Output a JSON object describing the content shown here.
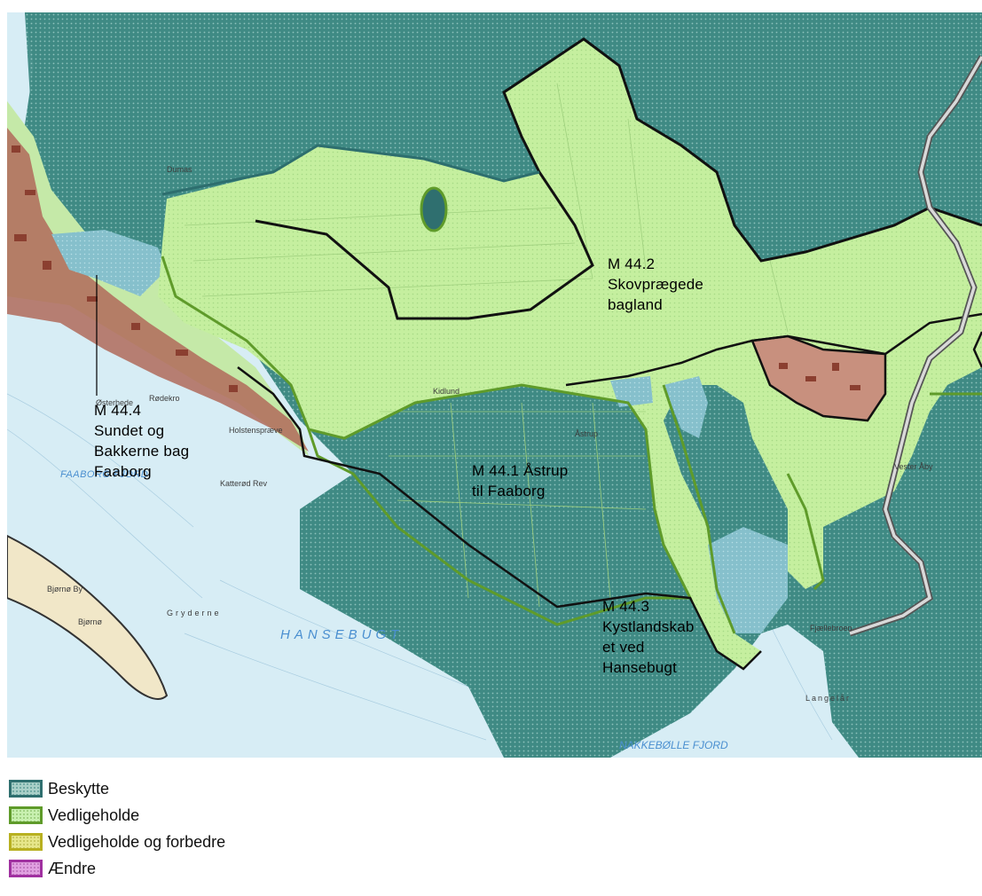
{
  "map": {
    "zones": [
      {
        "id": "M 44.4",
        "lines": [
          "M 44.4",
          "Sundet og",
          "Bakkerne bag",
          "Faaborg"
        ]
      },
      {
        "id": "M 44.2",
        "lines": [
          "M 44.2",
          "Skovprægede",
          "bagland"
        ]
      },
      {
        "id": "M 44.1",
        "lines": [
          "M 44.1 Åstrup",
          "til Faaborg"
        ]
      },
      {
        "id": "M 44.3",
        "lines": [
          "M 44.3",
          "Kystlandskab",
          "et ved",
          "Hansebugt"
        ]
      }
    ],
    "water_names": {
      "hansebugt": "HANSEBUGT",
      "faaborg_fjord": "FAABORG FJORD",
      "nakkebolle_fjord": "NAKKEBØLLE FJORD"
    },
    "place_names": {
      "osterhede": "Østerhede",
      "rodekro": "Rødekro",
      "holstensprave": "Holstenspræve",
      "katterad_rev": "Katterød Rev",
      "bjorno_by": "Bjørnø By",
      "bjorno": "Bjørnø",
      "gryderne": "Gryderne",
      "vester_aby": "Vester Åby",
      "fjaellebroen": "Fjællebroen",
      "langelar": "Langelår",
      "dumas": "Dumas",
      "kidlund": "Kidlund",
      "astrup": "Åstrup"
    }
  },
  "legend": [
    {
      "label": "Beskytte",
      "fill": "#a9cfc8",
      "border": "#2f6f6f",
      "icon": "dotted-teal-swatch-icon"
    },
    {
      "label": "Vedligeholde",
      "fill": "#c8f0b0",
      "border": "#5f9b2a",
      "icon": "dotted-green-swatch-icon"
    },
    {
      "label": "Vedligeholde og forbedre",
      "fill": "#e6e68a",
      "border": "#b8b020",
      "icon": "dotted-yellow-swatch-icon"
    },
    {
      "label": "Ændre",
      "fill": "#e0a0e0",
      "border": "#a030a0",
      "icon": "dotted-purple-swatch-icon"
    }
  ],
  "colors": {
    "beskytte_land": "#3f8a84",
    "vedligeholde": "#c5ef9f",
    "sea": "#d7edf5",
    "town": "#b06a5a",
    "zone_border_black": "#111111",
    "zone_border_green": "#5f9b2a",
    "zone_border_teal": "#2d6e6e",
    "road": "#9a9a9a"
  }
}
